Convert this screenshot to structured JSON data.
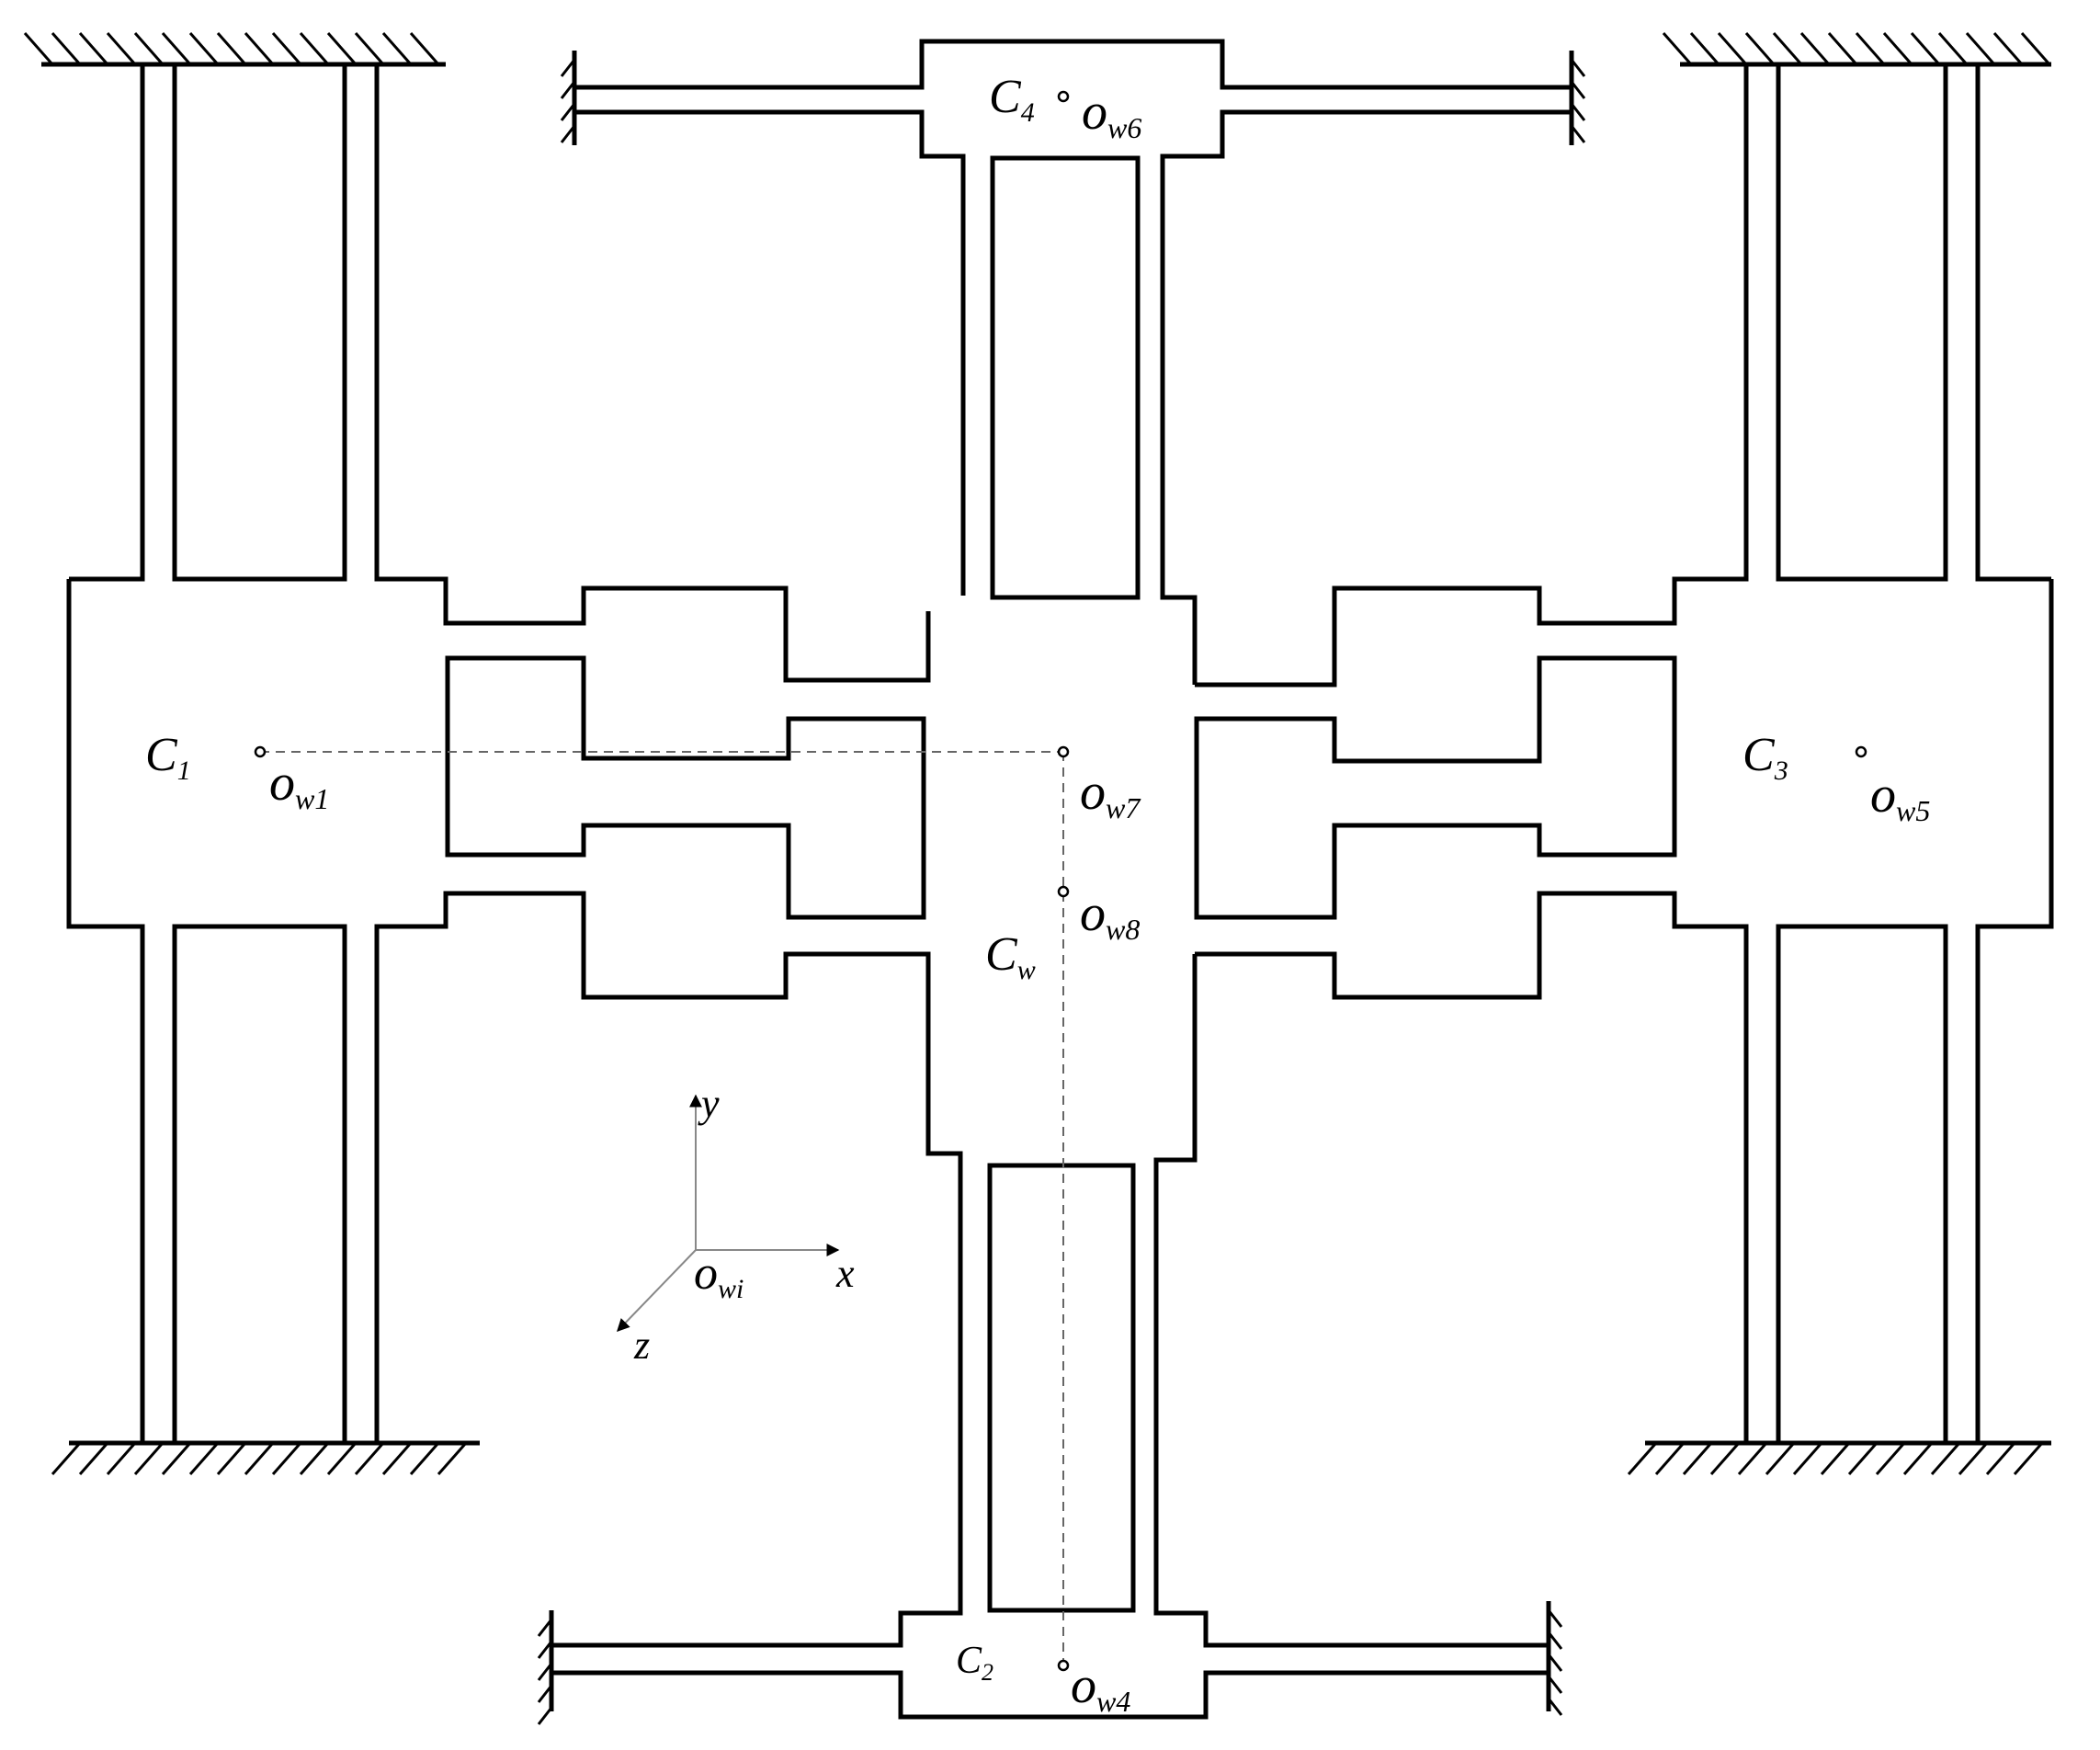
{
  "labels": {
    "c1": {
      "main": "C",
      "sub": "1"
    },
    "c2": {
      "main": "C",
      "sub": "2"
    },
    "c3": {
      "main": "C",
      "sub": "3"
    },
    "c4": {
      "main": "C",
      "sub": "4"
    },
    "cw": {
      "main": "C",
      "sub": "w"
    },
    "ow1": {
      "main": "o",
      "sub": "w1"
    },
    "ow4": {
      "main": "o",
      "sub": "w4"
    },
    "ow5": {
      "main": "o",
      "sub": "w5"
    },
    "ow6": {
      "main": "o",
      "sub": "w6"
    },
    "ow7": {
      "main": "o",
      "sub": "w7"
    },
    "ow8": {
      "main": "o",
      "sub": "w8"
    },
    "owi": {
      "main": "o",
      "sub": "wi"
    }
  },
  "axes": {
    "x": "x",
    "y": "y",
    "z": "z"
  }
}
